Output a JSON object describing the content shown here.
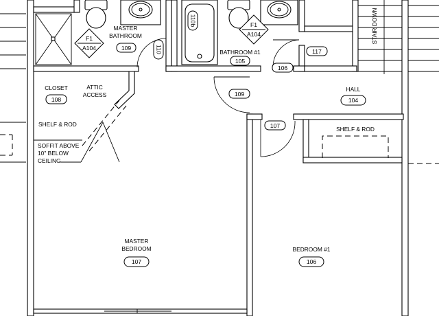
{
  "rooms": {
    "master_bathroom": {
      "name_line1": "MASTER",
      "name_line2": "BATHROOM",
      "number": "109"
    },
    "bathroom_1": {
      "name": "BATHROOM #1",
      "number": "105"
    },
    "closet": {
      "name": "CLOSET",
      "number": "108"
    },
    "attic": {
      "line1": "ATTIC",
      "line2": "ACCESS"
    },
    "hall": {
      "name": "HALL",
      "number": "104"
    },
    "master_bedroom": {
      "name_line1": "MASTER",
      "name_line2": "BEDROOM",
      "number": "107"
    },
    "bedroom_1": {
      "name": "BEDROOM #1",
      "number": "106"
    }
  },
  "doors": {
    "d110": "110",
    "d110b": "110b",
    "d117": "117",
    "d106": "106",
    "d109": "109",
    "d107": "107"
  },
  "details": {
    "left": {
      "top": "F1",
      "bottom": "A104"
    },
    "right": {
      "top": "F1",
      "bottom": "A104"
    }
  },
  "notes": {
    "shelf_rod_closet": "SHELF & ROD",
    "shelf_rod_bedroom": "SHELF & ROD",
    "soffit_line1": "SOFFIT ABOVE",
    "soffit_line2": "10\" BELOW",
    "soffit_line3": "CEILING",
    "stair": "STAIR DOWN"
  }
}
